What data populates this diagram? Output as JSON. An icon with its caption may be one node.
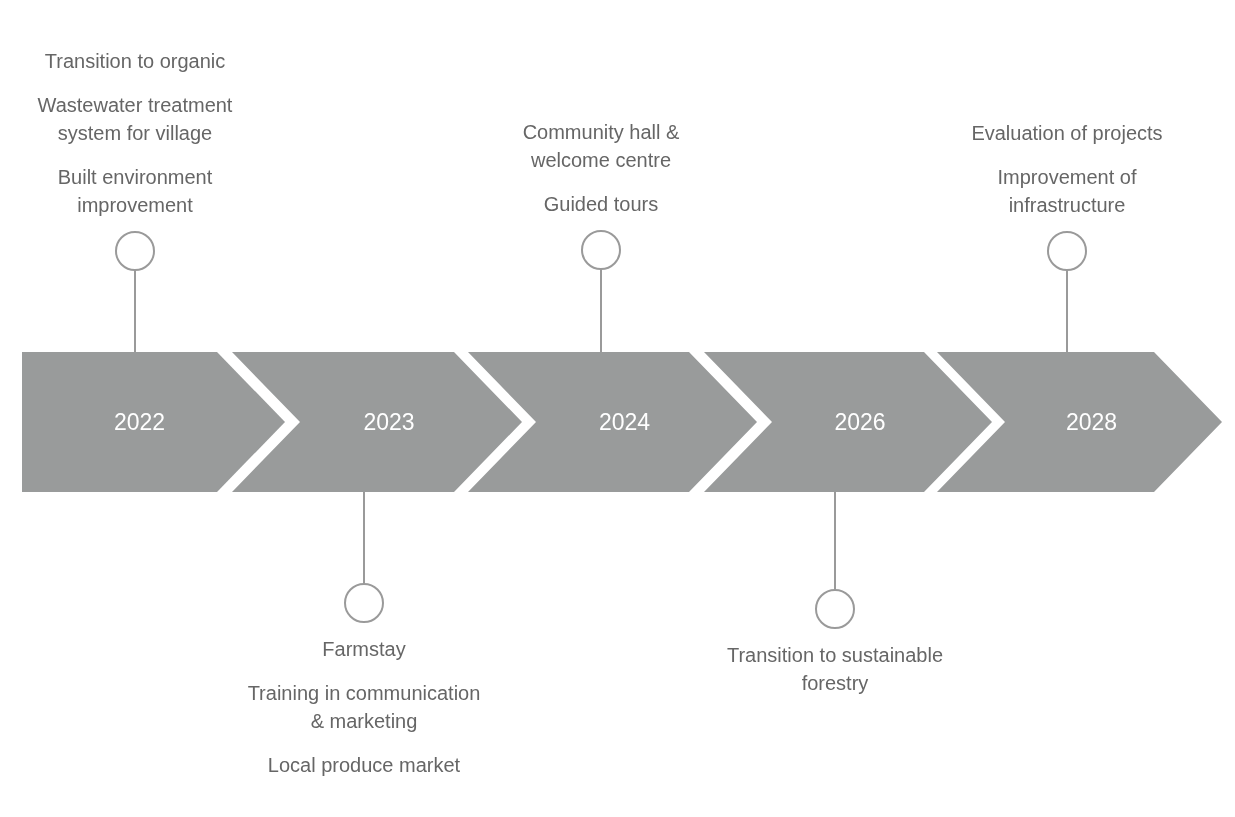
{
  "diagram": {
    "nodes": [
      {
        "text": [
          "2022"
        ]
      },
      {
        "text": [
          "2023"
        ]
      },
      {
        "text": [
          "2024"
        ]
      },
      {
        "text": [
          "2026"
        ]
      },
      {
        "text": [
          "2028"
        ]
      },
      {
        "text": [],
        "shape": "circle",
        "beside": [
          "Transition to organic",
          "Wastewater treatment system for village",
          "Built environment improvement"
        ]
      },
      {
        "text": [],
        "shape": "circle",
        "beside": [
          "Farmstay",
          "Training in communication & marketing",
          "Local produce market"
        ]
      },
      {
        "text": [],
        "shape": "circle",
        "beside": [
          "Community hall & welcome centre",
          "Guided tours"
        ]
      },
      {
        "text": [],
        "shape": "circle",
        "beside": [
          "Transition to sustainable forestry"
        ]
      },
      {
        "text": [],
        "shape": "circle",
        "beside": [
          "Evaluation of projects",
          "Improvement of infrastructure"
        ]
      }
    ],
    "edges": [
      {
        "from": 0,
        "to": 5,
        "arrow": "none"
      },
      {
        "from": 1,
        "to": 6,
        "arrow": "none"
      },
      {
        "from": 2,
        "to": 7,
        "arrow": "none"
      },
      {
        "from": 3,
        "to": 8,
        "arrow": "none"
      },
      {
        "from": 4,
        "to": 9,
        "arrow": "none"
      }
    ]
  }
}
